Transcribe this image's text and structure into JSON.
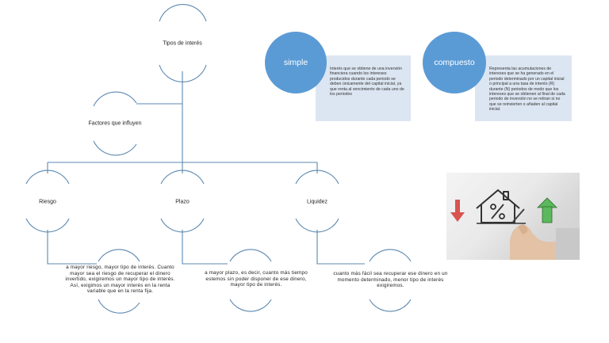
{
  "diagram": {
    "root": {
      "label": "Tipos de interés"
    },
    "factors": {
      "label": "Factores que influyen"
    },
    "branches": [
      {
        "label": "Riesgo",
        "description": "a mayor riesgo, mayor tipo de interés. Cuanto mayor sea el riesgo de recuperar el dinero invertido, exigiremos un mayor tipo de interés. Así, exigimos un mayor interés en la renta variable que en la renta fija."
      },
      {
        "label": "Plazo",
        "description": "a mayor plazo, es decir, cuanto más tiempo estemos sin poder disponer de ese dinero, mayor tipo de interés."
      },
      {
        "label": "Liquidez",
        "description": "cuanto más fácil sea recuperar ese dinero en un momento determinado, menor tipo de interés exigiremos."
      }
    ]
  },
  "types": [
    {
      "label": "simple",
      "description": "Interés que se obtiene de una inversión financiera cuando los intereses producidos durante cada periodo se deben únicamente del capital inicial, ya que renta al vencimiento de cada uno de los periodos"
    },
    {
      "label": "compuesto",
      "description": "Representa las acumulaciones de intereses que se ha generado en el periodo determinado por un capital inicial o principal a una tasa de interés (R) durante (N) periodos de modo que los intereses que se obtienen al final de cada periodo de inversión no se retiran si no que se reinvierten o añaden al capital inicial."
    }
  ],
  "colors": {
    "line": "#5b88b0",
    "circle_fill": "#5b9bd5",
    "note_bg": "#dce6f2",
    "arrow_down": "#d9534f",
    "arrow_up": "#5cb85c"
  },
  "image": {
    "icons": [
      "house-icon",
      "percent-icon",
      "arrow-down-icon",
      "arrow-up-icon",
      "pen-hand-icon"
    ]
  }
}
